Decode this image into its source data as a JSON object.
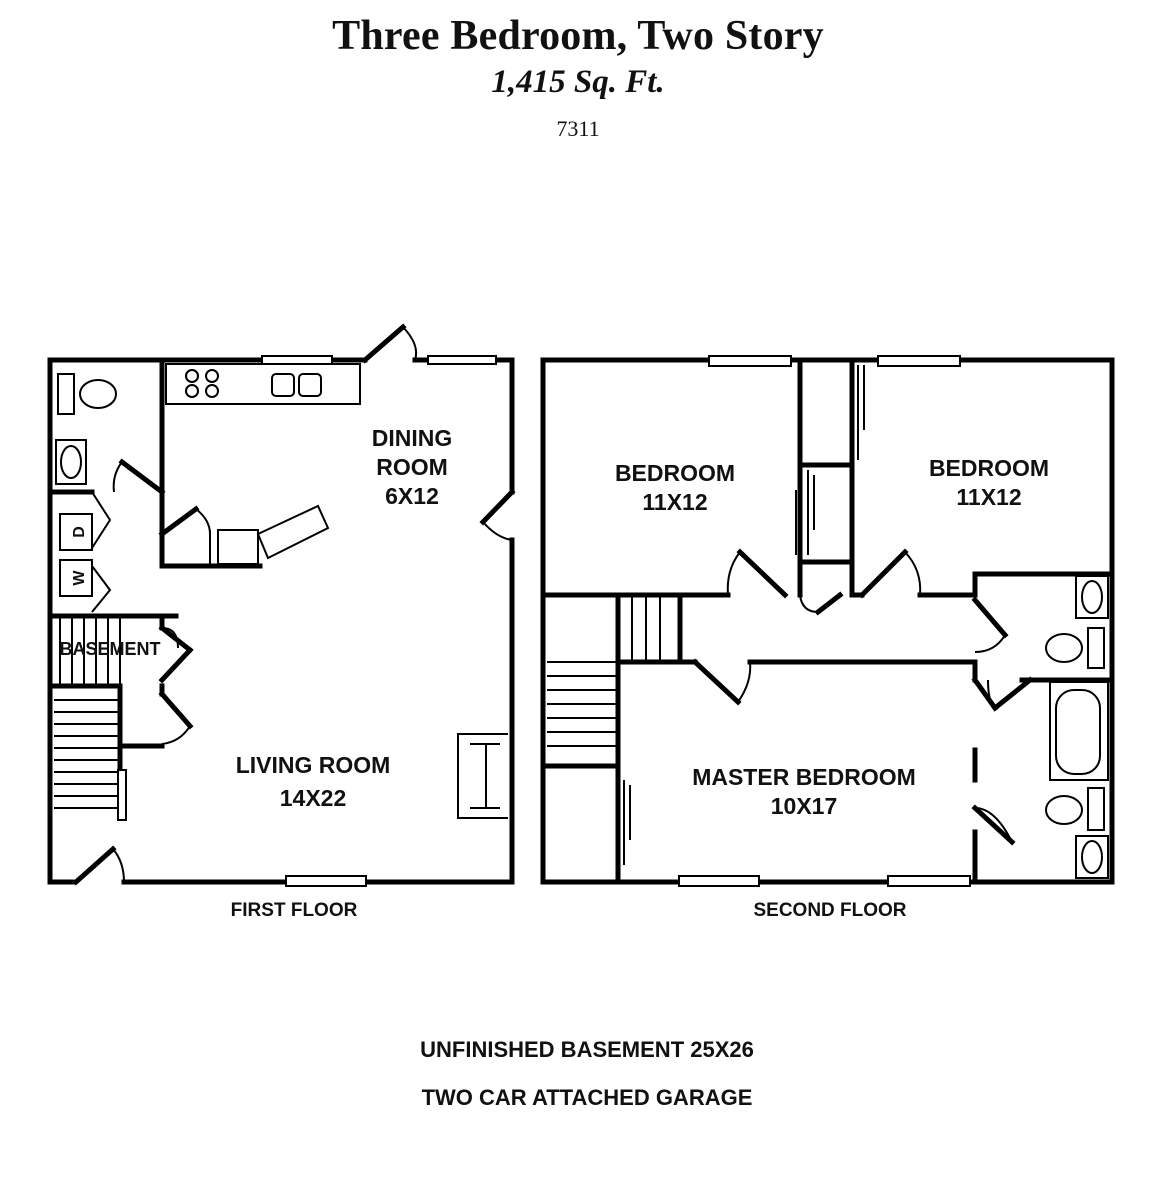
{
  "header": {
    "title": "Three Bedroom, Two Story",
    "square_feet": "1,415 Sq. Ft.",
    "plan_code": "7311"
  },
  "first_floor": {
    "label": "FIRST FLOOR",
    "rooms": {
      "dining_name": "DINING",
      "dining_name2": "ROOM",
      "dining_size": "6X12",
      "living_name": "LIVING ROOM",
      "living_size": "14X22",
      "basement": "BASEMENT"
    },
    "appliances": {
      "dryer": "D",
      "washer": "W"
    }
  },
  "second_floor": {
    "label": "SECOND FLOOR",
    "rooms": {
      "bedroom_a_name": "BEDROOM",
      "bedroom_a_size": "11X12",
      "bedroom_b_name": "BEDROOM",
      "bedroom_b_size": "11X12",
      "master_name": "MASTER BEDROOM",
      "master_size": "10X17"
    }
  },
  "notes": {
    "basement": "UNFINISHED BASEMENT 25X26",
    "garage": "TWO CAR ATTACHED GARAGE"
  }
}
